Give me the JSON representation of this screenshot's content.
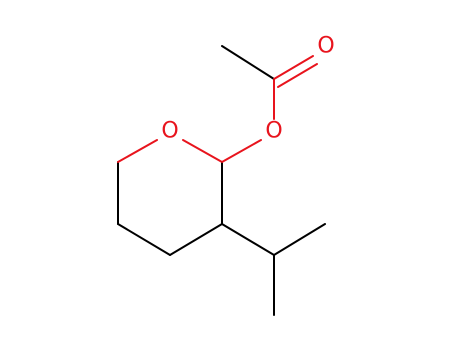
{
  "structure": {
    "atoms": [
      {
        "id": "ring_o",
        "label": "O",
        "element": "O",
        "color": "#e8141d"
      },
      {
        "id": "ester_o",
        "label": "O",
        "element": "O",
        "color": "#e8141d"
      },
      {
        "id": "carbonyl_o",
        "label": "O",
        "element": "O",
        "color": "#e8141d"
      }
    ]
  },
  "colors": {
    "carbon_bond": "#000000",
    "oxygen": "#e8141d",
    "background": "#ffffff"
  }
}
